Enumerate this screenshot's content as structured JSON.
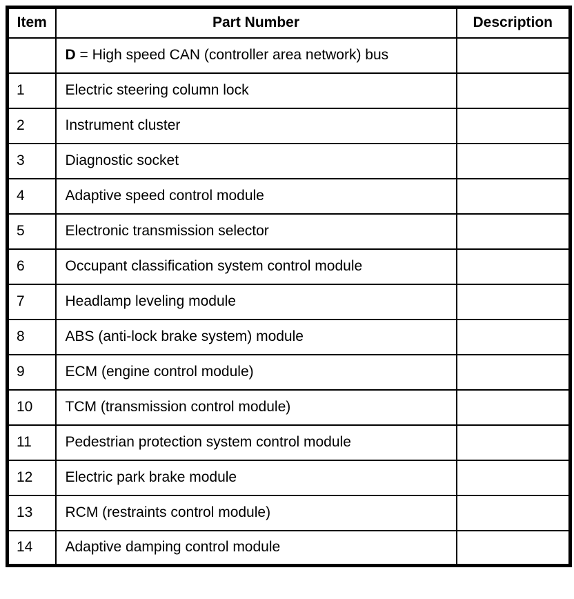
{
  "table": {
    "headers": [
      "Item",
      "Part Number",
      "Description"
    ],
    "note_row": {
      "item": "",
      "bold": "D",
      "rest": " = High speed CAN (controller area network) bus",
      "description": ""
    },
    "rows": [
      {
        "item": "1",
        "part_number": "Electric steering column lock",
        "description": ""
      },
      {
        "item": "2",
        "part_number": "Instrument cluster",
        "description": ""
      },
      {
        "item": "3",
        "part_number": "Diagnostic socket",
        "description": ""
      },
      {
        "item": "4",
        "part_number": "Adaptive speed control module",
        "description": ""
      },
      {
        "item": "5",
        "part_number": "Electronic transmission selector",
        "description": ""
      },
      {
        "item": "6",
        "part_number": "Occupant classification system control module",
        "description": ""
      },
      {
        "item": "7",
        "part_number": "Headlamp leveling module",
        "description": ""
      },
      {
        "item": "8",
        "part_number": "ABS (anti-lock brake system) module",
        "description": ""
      },
      {
        "item": "9",
        "part_number": "ECM (engine control module)",
        "description": ""
      },
      {
        "item": "10",
        "part_number": "TCM (transmission control module)",
        "description": ""
      },
      {
        "item": "11",
        "part_number": "Pedestrian protection system control module",
        "description": ""
      },
      {
        "item": "12",
        "part_number": "Electric park brake module",
        "description": ""
      },
      {
        "item": "13",
        "part_number": "RCM (restraints control module)",
        "description": ""
      },
      {
        "item": "14",
        "part_number": "Adaptive damping control module",
        "description": ""
      }
    ]
  }
}
